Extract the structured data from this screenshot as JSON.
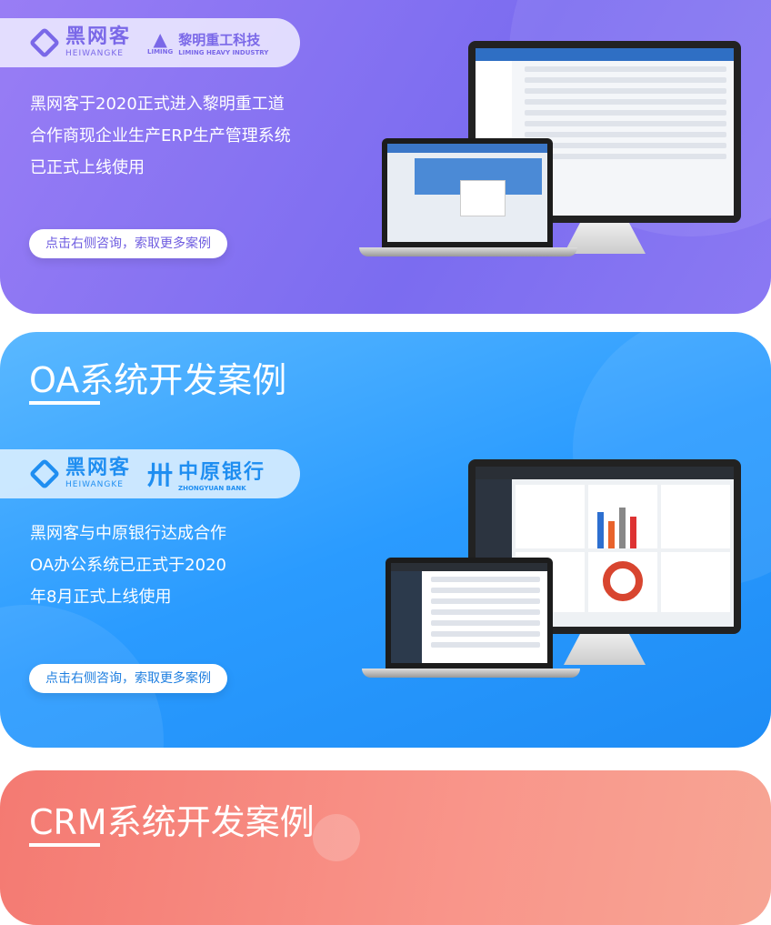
{
  "erp_case": {
    "brand_cn": "黑网客",
    "brand_en": "HEIWANGKE",
    "partner_cn": "黎明重工科技",
    "partner_mark": "LIMING",
    "partner_en": "LIMING HEAVY INDUSTRY",
    "description": [
      "黑网客于2020正式进入黎明重工道",
      "合作商现企业生产ERP生产管理系统",
      "已正式上线使用"
    ],
    "cta_label": "点击右侧咨询，索取更多案例"
  },
  "oa_section": {
    "title": "OA系统开发案例",
    "brand_cn": "黑网客",
    "brand_en": "HEIWANGKE",
    "partner_cn": "中原银行",
    "partner_en": "ZHONGYUAN BANK",
    "description": [
      "黑网客与中原银行达成合作",
      "OA办公系统已正式于2020",
      "年8月正式上线使用"
    ],
    "cta_label": "点击右侧咨询，索取更多案例"
  },
  "crm_section": {
    "title": "CRM系统开发案例"
  },
  "colors": {
    "erp": "#7b6cf0",
    "oa": "#2a9bff",
    "crm": "#f7877d"
  }
}
